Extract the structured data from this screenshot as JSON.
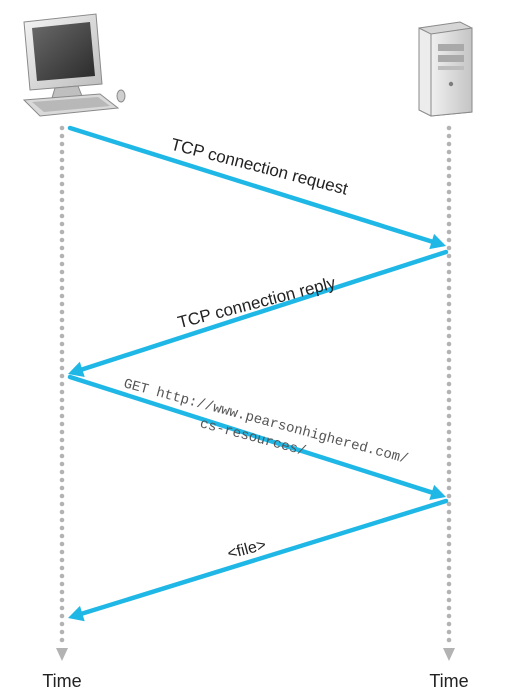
{
  "colors": {
    "arrow": "#1fb8e6",
    "timeline": "#b3b3b3",
    "text_dark": "#222222",
    "text_mono": "#555555"
  },
  "icons": {
    "client": "desktop-computer-icon",
    "server": "server-tower-icon"
  },
  "messages": {
    "syn": "TCP connection request",
    "synack": "TCP connection reply",
    "get_line1": "GET http://www.pearsonhighered.com/",
    "get_line2": "cs-resources/",
    "file": "<file>"
  },
  "timeline": {
    "client_label": "Time",
    "server_label": "Time"
  }
}
